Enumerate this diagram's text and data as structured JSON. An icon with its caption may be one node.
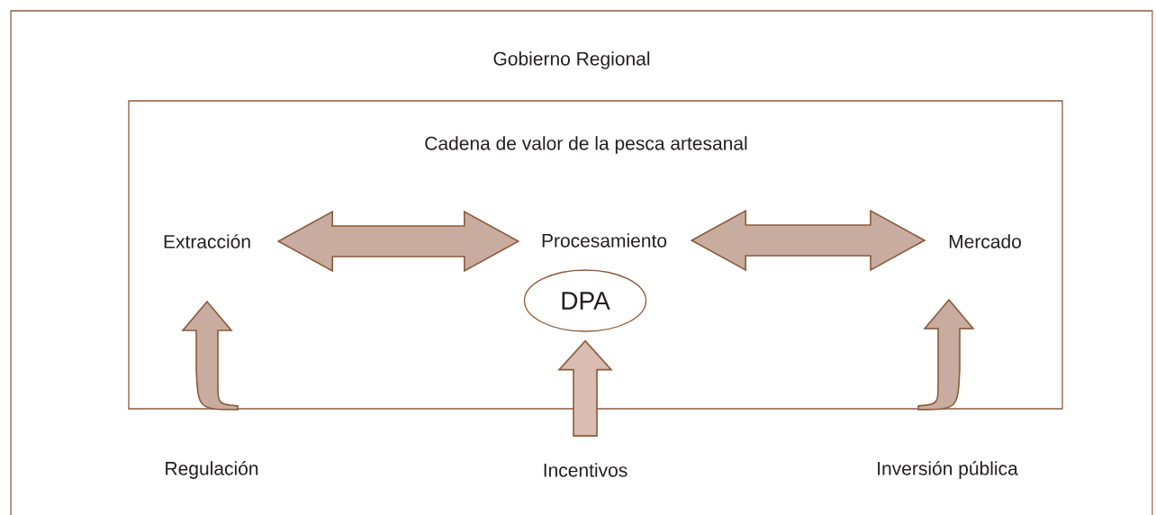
{
  "diagram": {
    "nodes": [
      {
        "text": [
          "Gobierno Regional"
        ]
      },
      {
        "text": [
          "Cadena de valor de la pesca artesanal"
        ],
        "in": 0
      },
      {
        "text": [
          "Extracción"
        ],
        "in": 1
      },
      {
        "text": [
          "Procesamiento"
        ],
        "in": 1
      },
      {
        "text": [
          "DPA"
        ],
        "in": 1
      },
      {
        "text": [
          "Mercado"
        ],
        "in": 1
      },
      {
        "text": [
          "Regulación"
        ],
        "in": 0
      },
      {
        "text": [
          "Incentivos"
        ],
        "in": 0
      },
      {
        "text": [
          "Inversión pública"
        ],
        "in": 0
      }
    ],
    "edges": [
      {
        "from": 2,
        "to": 3,
        "arrow": "both"
      },
      {
        "from": 3,
        "to": 5,
        "arrow": "both"
      },
      {
        "from": 6,
        "to": 2,
        "arrow": "to"
      },
      {
        "from": 7,
        "to": 4,
        "arrow": "to"
      },
      {
        "from": 8,
        "to": 5,
        "arrow": "to"
      }
    ]
  }
}
